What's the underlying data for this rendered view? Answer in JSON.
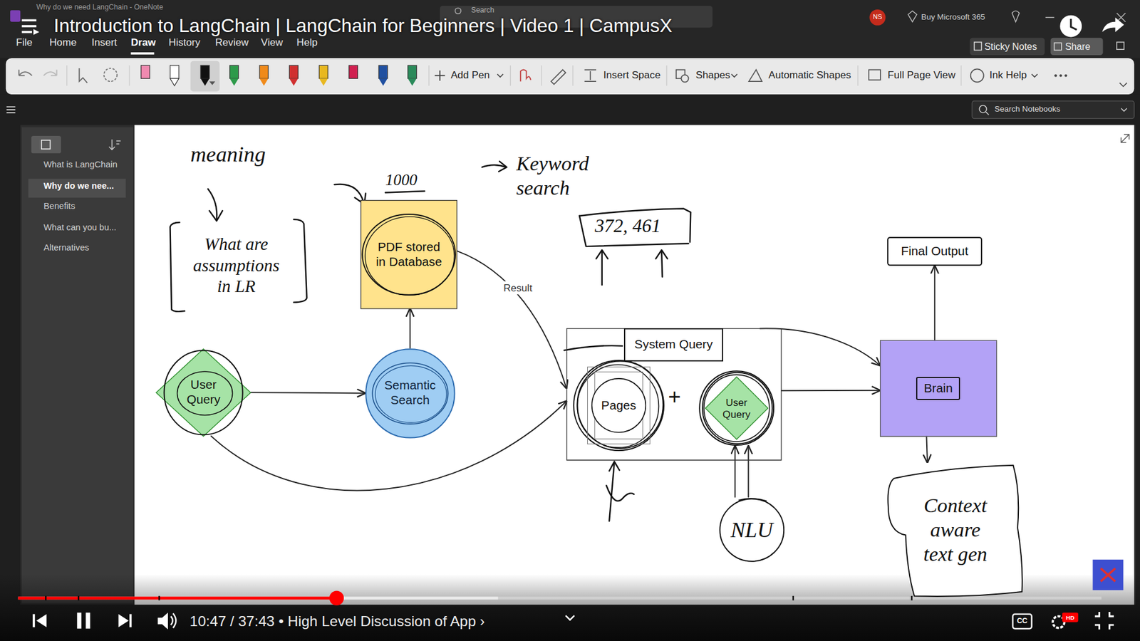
{
  "diagram": {
    "title": "Introduction to LangChain | LangChain for Beginners | Video 1 | CampusX",
    "nodes": [
      {
        "text": [
          "PDF stored in Database"
        ]
      },
      {
        "text": [
          "User Query"
        ]
      },
      {
        "text": [
          "Semantic Search"
        ]
      },
      {
        "text": [
          "System Query"
        ]
      },
      {
        "text": [
          "Pages"
        ],
        "in": 3
      },
      {
        "text": [
          "User Query"
        ],
        "in": 3
      },
      {
        "text": [
          "Final Output"
        ]
      },
      {
        "text": [
          "Brain"
        ]
      },
      {
        "text": [
          "NLU"
        ]
      },
      {
        "text": [
          "Context aware text gen"
        ]
      }
    ],
    "edges": [
      {
        "from": 1,
        "to": 2,
        "arrow": "to"
      },
      {
        "from": 2,
        "to": 0,
        "arrow": "to"
      },
      {
        "from": 0,
        "to": 3,
        "label": "Result",
        "arrow": "to"
      },
      {
        "from": 1,
        "to": 3,
        "arrow": "to"
      },
      {
        "from": 3,
        "to": 7,
        "arrow": "to"
      },
      {
        "from": 3,
        "to": 7,
        "arrow": "to"
      },
      {
        "from": 7,
        "to": 6,
        "arrow": "to"
      },
      {
        "from": 7,
        "to": 9,
        "arrow": "to"
      },
      {
        "from": 8,
        "to": 5,
        "arrow": "to"
      },
      {
        "from": 8,
        "to": 5,
        "arrow": "to"
      }
    ],
    "labels": [
      "Why do we need LangChain - OneNote",
      "Search",
      "NS",
      "Buy Microsoft 365",
      "File",
      "Home",
      "Insert",
      "Draw",
      "History",
      "Review",
      "View",
      "Help",
      "Sticky Notes",
      "Share",
      "Add Pen",
      "Insert Space",
      "Shapes",
      "Automatic Shapes",
      "Full Page View",
      "Ink Help",
      "Search Notebooks",
      "What is LangChain",
      "Why do we nee...",
      "Benefits",
      "What can you bu...",
      "Alternatives",
      "meaning",
      "What are assumptions in LR",
      "1000",
      "Keyword search",
      "372, 461",
      "+",
      "10:47 / 37:43 • High Level Discussion of App ›",
      "CC",
      "HD"
    ]
  }
}
